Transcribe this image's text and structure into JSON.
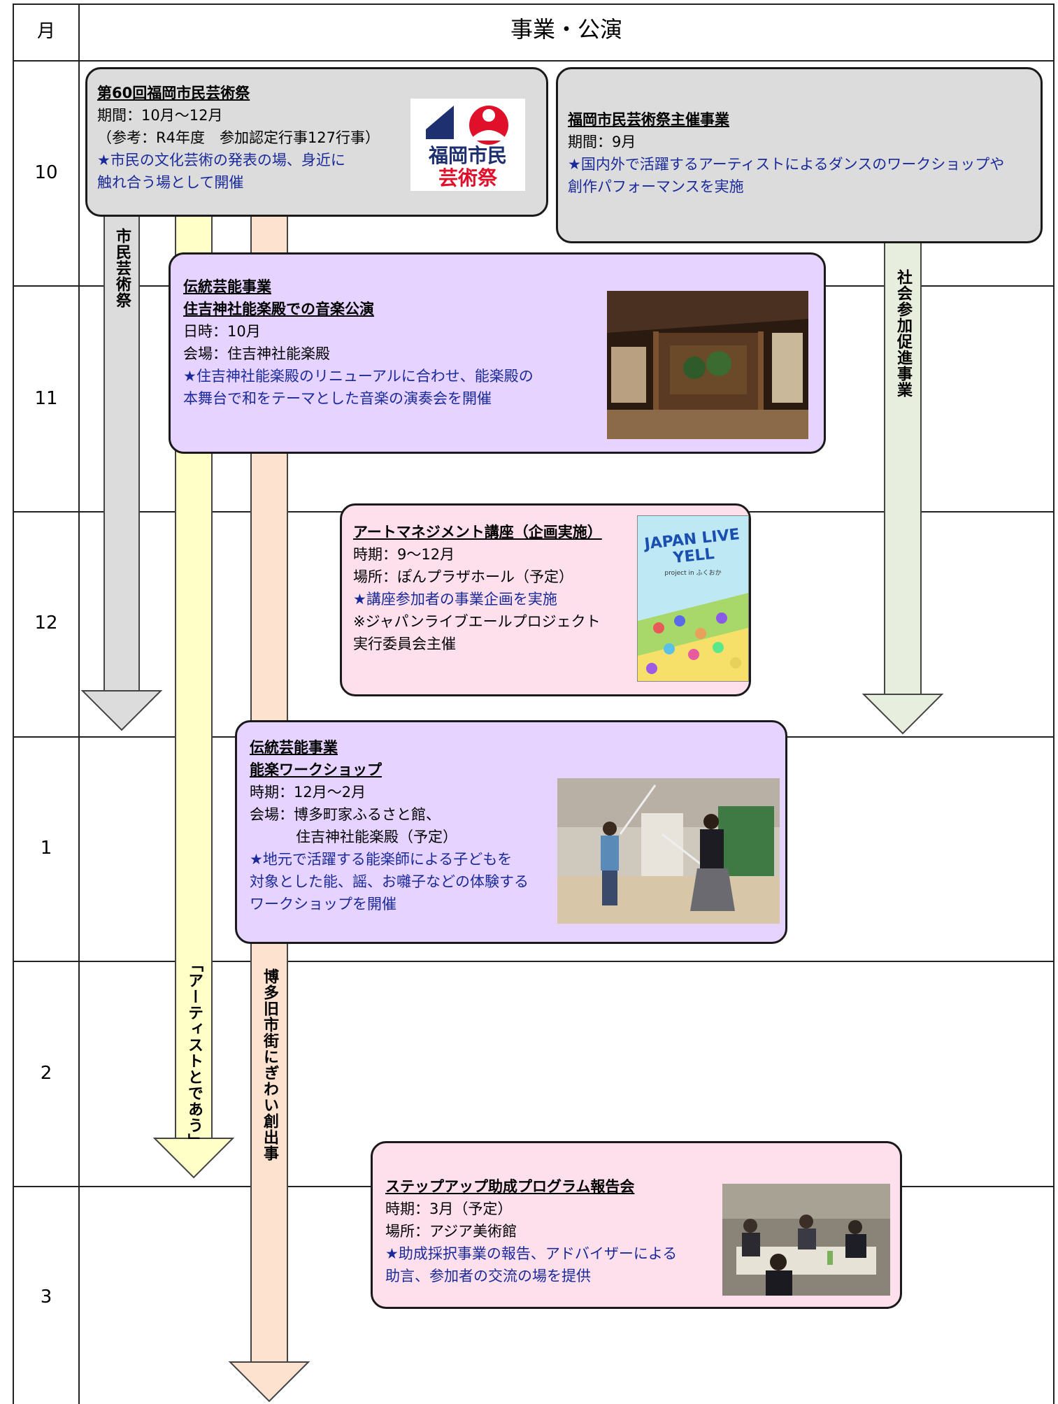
{
  "header": {
    "month_label": "月",
    "title": "事業・公演"
  },
  "months": [
    "10",
    "11",
    "12",
    "1",
    "2",
    "3"
  ],
  "boxes": {
    "art_festival": {
      "title": "第60回福岡市民芸術祭",
      "lines": [
        "期間：10月～12月",
        "（参考：R4年度　参加認定行事127行事）"
      ],
      "blue": [
        "★市民の文化芸術の発表の場、身近に",
        "触れ合う場として開催"
      ],
      "logo_line1": "福岡市民",
      "logo_line2": "芸術祭"
    },
    "sponsored": {
      "title": "福岡市民芸術祭主催事業",
      "lines": [
        "期間：9月"
      ],
      "blue": [
        "★国内外で活躍するアーティストによるダンスのワークショップや",
        "創作パフォーマンスを実施"
      ]
    },
    "traditional_concert": {
      "title": "伝統芸能事業",
      "subtitle": "住吉神社能楽殿での音楽公演",
      "lines": [
        "日時：10月",
        "会場：住吉神社能楽殿"
      ],
      "blue": [
        "★住吉神社能楽殿のリニューアルに合わせ、能楽殿の",
        "本舞台で和をテーマとした音楽の演奏会を開催"
      ]
    },
    "art_management": {
      "title": "アートマネジメント講座（企画実施）",
      "lines": [
        "時期：9～12月",
        "場所：ぽんプラザホール（予定）"
      ],
      "blue": [
        "★講座参加者の事業企画を実施"
      ],
      "notes": [
        "※ジャパンライブエールプロジェクト",
        "実行委員会主催"
      ],
      "poster_text": "JAPAN LIVE YELL",
      "poster_sub": "project in ふくおか"
    },
    "noh_workshop": {
      "title": "伝統芸能事業",
      "subtitle": "能楽ワークショップ",
      "lines": [
        "時期：12月～2月",
        "会場：博多町家ふるさと館、",
        "住吉神社能楽殿（予定）"
      ],
      "blue": [
        "★地元で活躍する能楽師による子どもを",
        "対象とした能、謡、お囃子などの体験する",
        "ワークショップを開催"
      ]
    },
    "stepup": {
      "title": "ステップアップ助成プログラム報告会",
      "lines": [
        "時期：3月（予定）",
        "場所：アジア美術館"
      ],
      "blue": [
        "★助成採択事業の報告、アドバイザーによる",
        "助言、参加者の交流の場を提供"
      ]
    }
  },
  "arrows": {
    "citizen_festival": "市民芸術祭",
    "artist_meet": "「アーティストとであう」",
    "hakata": "博多旧市街にぎわい創出事",
    "social": "社会参加促進事業"
  },
  "colors": {
    "blue_text": "#1a2a9a",
    "gray_box": "#dcdcdc",
    "purple_box": "#e6d3ff",
    "pink_box": "#fde0ec",
    "yellow_arrow": "#ffffc8",
    "peach_arrow": "#fde3cf",
    "sage_arrow": "#e8eedd",
    "logo_red": "#e0102a",
    "logo_navy": "#1e3070"
  }
}
